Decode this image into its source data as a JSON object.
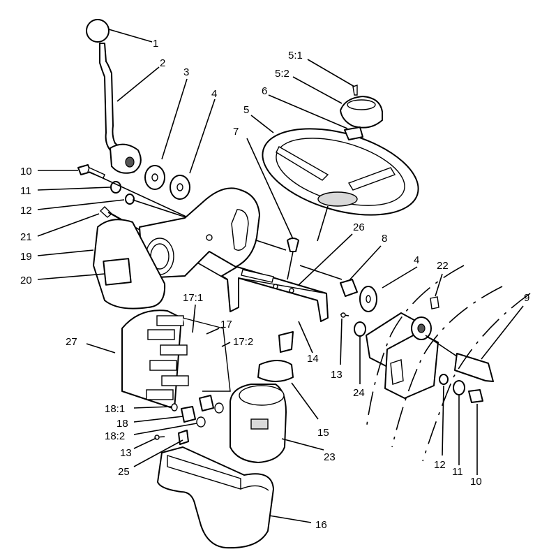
{
  "callouts": [
    {
      "id": "c1",
      "text": "1"
    },
    {
      "id": "c2",
      "text": "2"
    },
    {
      "id": "c3",
      "text": "3"
    },
    {
      "id": "c4a",
      "text": "4"
    },
    {
      "id": "c5-1",
      "text": "5:1"
    },
    {
      "id": "c5-2",
      "text": "5:2"
    },
    {
      "id": "c6",
      "text": "6"
    },
    {
      "id": "c5",
      "text": "5"
    },
    {
      "id": "c7",
      "text": "7"
    },
    {
      "id": "c10a",
      "text": "10"
    },
    {
      "id": "c11a",
      "text": "11"
    },
    {
      "id": "c12a",
      "text": "12"
    },
    {
      "id": "c21",
      "text": "21"
    },
    {
      "id": "c19",
      "text": "19"
    },
    {
      "id": "c20",
      "text": "20"
    },
    {
      "id": "c26",
      "text": "26"
    },
    {
      "id": "c8",
      "text": "8"
    },
    {
      "id": "c4b",
      "text": "4"
    },
    {
      "id": "c22",
      "text": "22"
    },
    {
      "id": "c9",
      "text": "9"
    },
    {
      "id": "c17-1",
      "text": "17:1"
    },
    {
      "id": "c17",
      "text": "17"
    },
    {
      "id": "c17-2",
      "text": "17:2"
    },
    {
      "id": "c27",
      "text": "27"
    },
    {
      "id": "c14",
      "text": "14"
    },
    {
      "id": "c13a",
      "text": "13"
    },
    {
      "id": "c24",
      "text": "24"
    },
    {
      "id": "c18-1",
      "text": "18:1"
    },
    {
      "id": "c18",
      "text": "18"
    },
    {
      "id": "c18-2",
      "text": "18:2"
    },
    {
      "id": "c13b",
      "text": "13"
    },
    {
      "id": "c25",
      "text": "25"
    },
    {
      "id": "c15",
      "text": "15"
    },
    {
      "id": "c23",
      "text": "23"
    },
    {
      "id": "c12b",
      "text": "12"
    },
    {
      "id": "c11b",
      "text": "11"
    },
    {
      "id": "c10b",
      "text": "10"
    },
    {
      "id": "c16",
      "text": "16"
    }
  ]
}
